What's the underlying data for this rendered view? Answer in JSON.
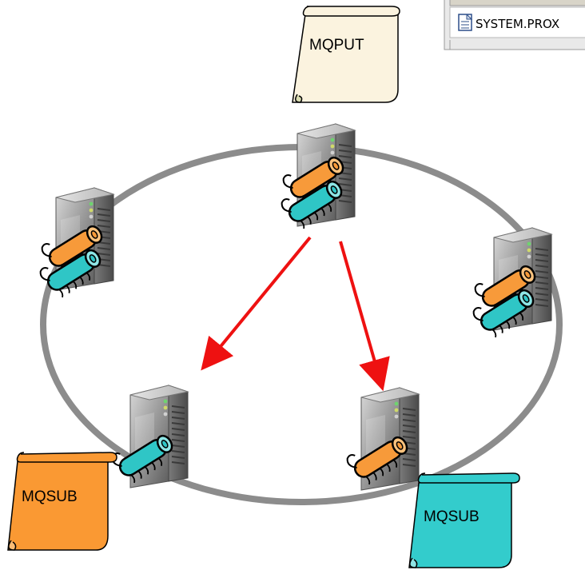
{
  "scrolls": {
    "publisher": {
      "label": "MQPUT",
      "color": "#fbf3df"
    },
    "subscriber_left": {
      "label": "MQSUB",
      "color": "#fa9933"
    },
    "subscriber_right": {
      "label": "MQSUB",
      "color": "#33cccc"
    }
  },
  "panel": {
    "row_text": "SYSTEM.PROX"
  },
  "colors": {
    "ring": "#8c8c8c",
    "arrow": "#ee1111",
    "orange_scroll": "#f79a3a",
    "teal_scroll": "#2fc6c6"
  },
  "icons": [
    "server-icon",
    "document-icon",
    "scroll-icon"
  ]
}
